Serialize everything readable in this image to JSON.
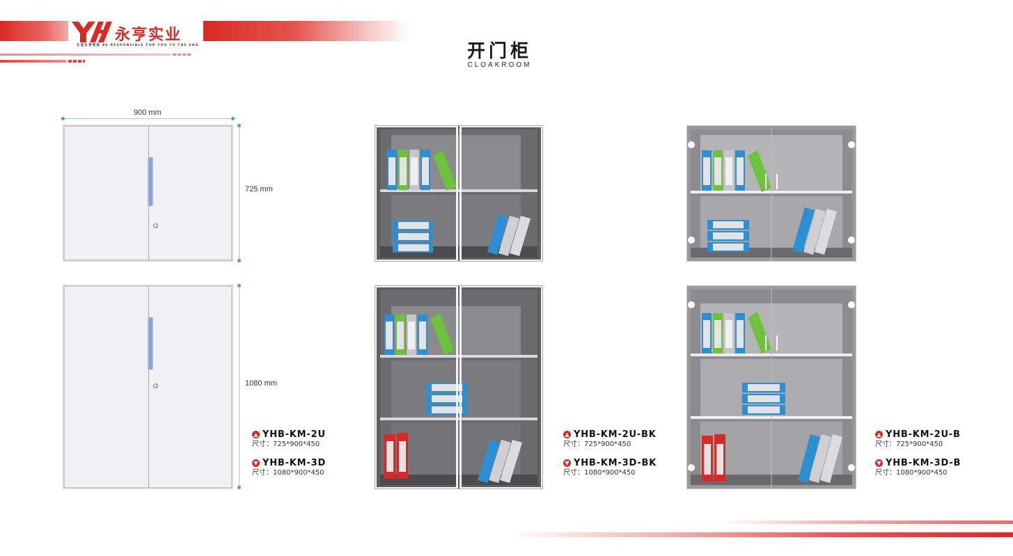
{
  "brand": {
    "name": "永亨实业",
    "slogan": "为您负责到底 BE RESPONSIBLE FOR YOU TO THE END",
    "accent_color": "#d92a25"
  },
  "title": {
    "cn": "开门柜",
    "en": "CLOAKROOM"
  },
  "dimensions": {
    "width": "900 mm",
    "height_low": "725 mm",
    "height_high": "1080 mm"
  },
  "models": [
    {
      "group": "plain",
      "items": [
        {
          "icon": "triangle-up-icon",
          "code": "YHB-KM-2U",
          "size": "尺寸：725*900*450"
        },
        {
          "icon": "triangle-down-icon",
          "code": "YHB-KM-3D",
          "size": "尺寸：1080*900*450"
        }
      ]
    },
    {
      "group": "glass-black-frame",
      "items": [
        {
          "icon": "triangle-up-icon",
          "code": "YHB-KM-2U-BK",
          "size": "尺寸：725*900*450"
        },
        {
          "icon": "triangle-down-icon",
          "code": "YHB-KM-3D-BK",
          "size": "尺寸：1080*900*450"
        }
      ]
    },
    {
      "group": "glass-frameless",
      "items": [
        {
          "icon": "triangle-up-icon",
          "code": "YHB-KM-2U-B",
          "size": "尺寸：725*900*450"
        },
        {
          "icon": "triangle-down-icon",
          "code": "YHB-KM-3D-B",
          "size": "尺寸：1080*900*450"
        }
      ]
    }
  ]
}
